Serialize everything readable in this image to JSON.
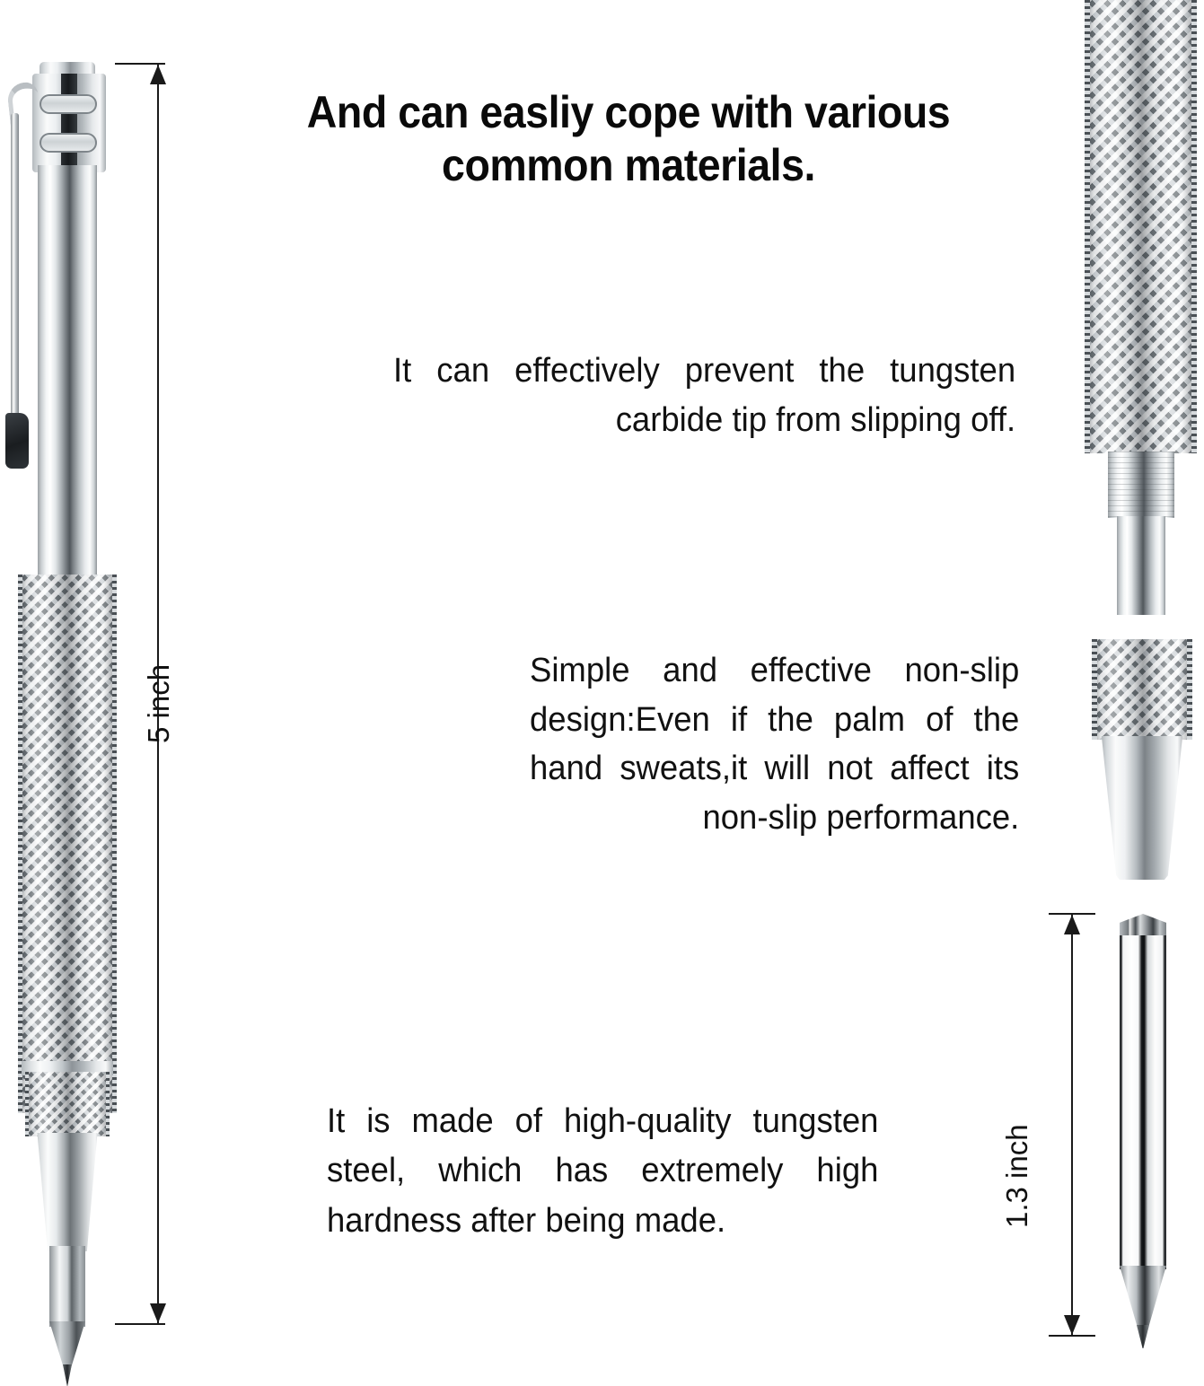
{
  "headline": {
    "line1": "And can easliy cope with various",
    "line2": "common materials."
  },
  "paragraphs": {
    "p1": "It can effectively prevent the tungsten carbide tip from slipping off.",
    "p2": "Simple and effective non-slip design:Even if the palm of the hand sweats,it will not affect its non-slip performance.",
    "p3": "It is made of  high-quality tungsten steel, which has extremely high hardness after being made."
  },
  "dimensions": {
    "pen_length": "5 inch",
    "tip_length": "1.3 inch"
  },
  "colors": {
    "background": "#ffffff",
    "text": "#111111",
    "headline": "#0a0a0a",
    "dimension_line": "#1a1a1a",
    "metal_light": "#fbfcfc",
    "metal_mid": "#b9bfc3",
    "metal_dark": "#51575c",
    "accent_black": "#16191c"
  }
}
